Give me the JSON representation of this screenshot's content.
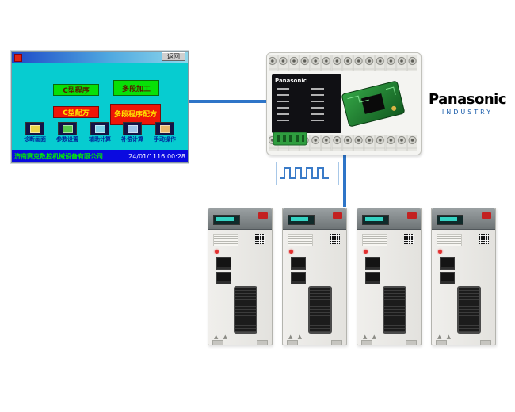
{
  "colors": {
    "connector_blue": "#2e75c8",
    "hmi_teal": "#07ccd0",
    "hmi_status_blue": "#0a0ae0",
    "green_button": "#07e007",
    "red_button": "#ee1607",
    "company_text_green": "#00f000",
    "industry_blue": "#1a5dab"
  },
  "hmi": {
    "back_button": "返回",
    "buttons": {
      "c_program": "C型程序",
      "multi_machining": "多段加工",
      "c_recipe": "C型配方",
      "multi_recipe": "多段程序配方"
    },
    "toolbar": [
      {
        "label": "诊断画面",
        "icon": "diagnostic-screen-icon",
        "color": "#e8d44a"
      },
      {
        "label": "参数设置",
        "icon": "parameter-settings-icon",
        "color": "#56c84a"
      },
      {
        "label": "辅助计算",
        "icon": "auxiliary-calc-icon",
        "color": "#7fd4e8"
      },
      {
        "label": "补偿计算",
        "icon": "compensation-calc-icon",
        "color": "#9fc4e8"
      },
      {
        "label": "手动操作",
        "icon": "manual-operation-icon",
        "color": "#e8b66a"
      }
    ],
    "status_bar": {
      "company": "济南赛克数控机械设备有限公司",
      "datetime": "24/01/1116:00:28"
    }
  },
  "plc": {
    "brand": "Panasonic"
  },
  "brand_logo": {
    "name": "Panasonic",
    "subtitle": "INDUSTRY"
  },
  "pulse_signal": {
    "type": "square-wave"
  },
  "servos": [
    {
      "name": "servo-drive-1"
    },
    {
      "name": "servo-drive-2"
    },
    {
      "name": "servo-drive-3"
    },
    {
      "name": "servo-drive-4"
    }
  ]
}
